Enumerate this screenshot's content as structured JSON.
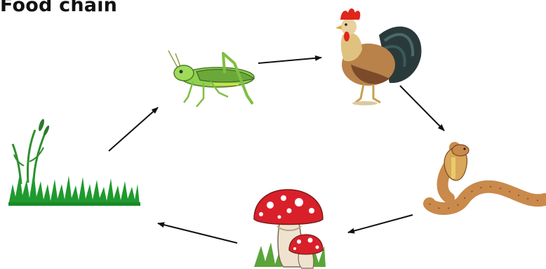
{
  "title": "Food chain",
  "nodes": [
    {
      "id": "grass",
      "icon": "grass-icon"
    },
    {
      "id": "grasshopper",
      "icon": "grasshopper-icon"
    },
    {
      "id": "rooster",
      "icon": "rooster-icon"
    },
    {
      "id": "snake",
      "icon": "cobra-icon"
    },
    {
      "id": "mushroom",
      "icon": "mushroom-icon"
    }
  ],
  "flow": [
    {
      "from": "grass",
      "to": "grasshopper"
    },
    {
      "from": "grasshopper",
      "to": "rooster"
    },
    {
      "from": "rooster",
      "to": "snake"
    },
    {
      "from": "snake",
      "to": "mushroom"
    },
    {
      "from": "mushroom",
      "to": "grass"
    }
  ],
  "colors": {
    "grass": "#1f9a2e",
    "grasshopper": "#8fd14f",
    "rooster_comb": "#e0251b",
    "snake": "#c98a4b",
    "mushroom_cap": "#d9202a",
    "arrow": "#111111"
  }
}
